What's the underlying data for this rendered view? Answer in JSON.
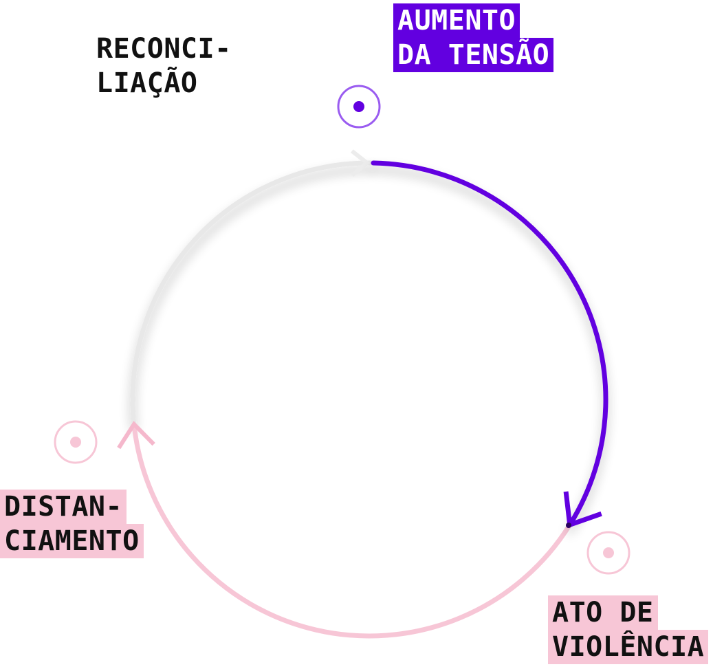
{
  "stages": [
    {
      "id": "tension",
      "lines": [
        "AUMENTO",
        "DA TENSÃO"
      ]
    },
    {
      "id": "violence",
      "lines": [
        "ATO DE",
        "VIOLÊNCIA"
      ]
    },
    {
      "id": "distancing",
      "lines": [
        "DISTAN-",
        "CIAMENTO"
      ]
    },
    {
      "id": "reconciliation",
      "lines": [
        "RECONCI-",
        "LIAÇÃO"
      ]
    }
  ],
  "colors": {
    "purple": "#6200e0",
    "pink": "#f7c6d6",
    "grey": "#e6e6e6",
    "text": "#111111"
  }
}
